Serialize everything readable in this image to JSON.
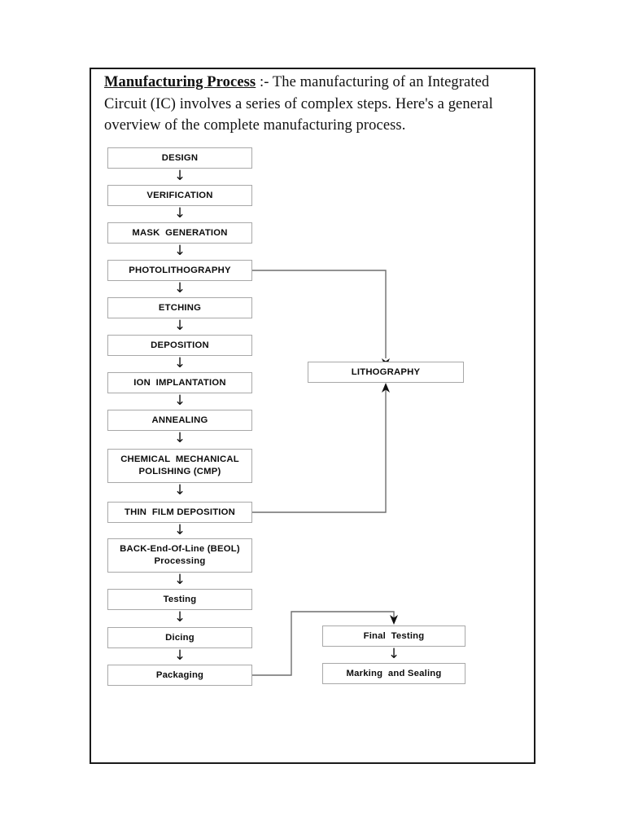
{
  "document": {
    "heading": {
      "title": "Manufacturing Process",
      "separator": " :-  ",
      "body": "The manufacturing of an Integrated Circuit (IC) involves a series of complex steps. Here's a general overview of the complete manufacturing process."
    }
  },
  "flow": {
    "main_column": [
      {
        "id": "design",
        "label": "DESIGN"
      },
      {
        "id": "verification",
        "label": "VERIFICATION"
      },
      {
        "id": "mask",
        "label": "MASK  GENERATION"
      },
      {
        "id": "photolitho",
        "label": "PHOTOLITHOGRAPHY"
      },
      {
        "id": "etching",
        "label": "ETCHING"
      },
      {
        "id": "deposition",
        "label": "DEPOSITION"
      },
      {
        "id": "ion",
        "label": "ION  IMPLANTATION"
      },
      {
        "id": "annealing",
        "label": "ANNEALING"
      },
      {
        "id": "cmp",
        "label": "CHEMICAL  MECHANICAL\nPOLISHING (CMP)"
      },
      {
        "id": "thinfilm",
        "label": "THIN  FILM DEPOSITION"
      },
      {
        "id": "beol",
        "label": "BACK-End-Of-Line (BEOL)\nProcessing"
      },
      {
        "id": "testing",
        "label": "Testing"
      },
      {
        "id": "dicing",
        "label": "Dicing"
      },
      {
        "id": "packaging",
        "label": "Packaging"
      }
    ],
    "right_column": [
      {
        "id": "lithography",
        "label": "LITHOGRAPHY"
      },
      {
        "id": "finaltesting",
        "label": "Final  Testing"
      },
      {
        "id": "marking",
        "label": "Marking  and Sealing"
      }
    ],
    "arrow_glyph_down": "↓",
    "arrow_glyph_up": "↑"
  },
  "colors": {
    "frame_border": "#1a1a1a",
    "box_border": "#a8a8a8",
    "text": "#0d0d0d",
    "wire": "#6e6e6e"
  }
}
